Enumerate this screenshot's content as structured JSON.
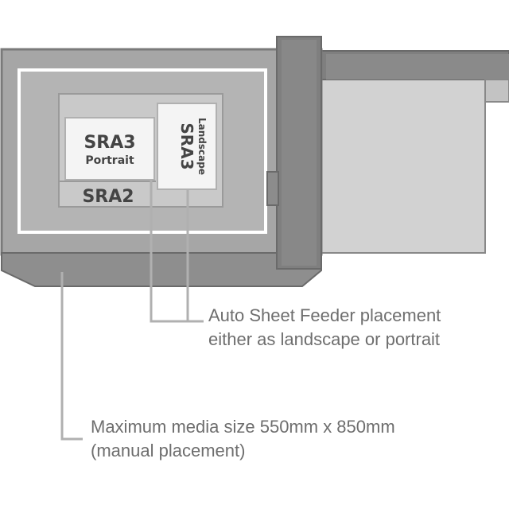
{
  "colors": {
    "machine_body": "#a6a6a6",
    "machine_outline": "#7a7a7a",
    "bed_inner": "#b4b4b4",
    "bed_border": "#ffffff",
    "feeder_tray": "#d2d2d2",
    "arm": "#7f7f7f",
    "arm_panel": "#c3c3c3",
    "base": "#8e8e8e",
    "leader_line": "#b0b0b0",
    "text": "#6e6e6e"
  },
  "sheets": {
    "sra3_portrait": {
      "line1": "SRA3",
      "line2": "Portrait"
    },
    "sra3_landscape": {
      "line1": "SRA3",
      "line2": "Landscape"
    },
    "sra2": {
      "label": "SRA2"
    }
  },
  "callouts": {
    "auto_sheet_feeder": {
      "line1": "Auto Sheet Feeder placement",
      "line2": "either as landscape or portrait"
    },
    "max_media": {
      "line1": "Maximum media size 550mm x 850mm",
      "line2": "(manual placement)"
    }
  }
}
